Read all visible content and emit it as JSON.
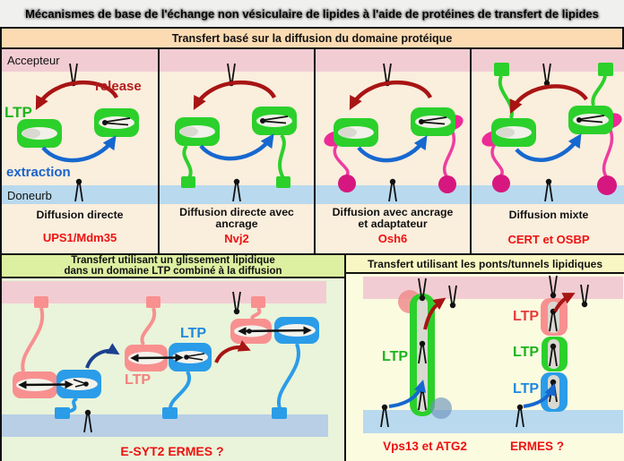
{
  "title": "Mécanismes de base de l'échange non vésiculaire de lipides à l'aide de protéines de transfert de lipides",
  "colors": {
    "ltp_green": "#2bd02b",
    "ltp_salmon": "#f89090",
    "ltp_blue": "#2b9ce8",
    "adaptor_magenta": "#e0218a",
    "release_arrow_red": "#a81414",
    "extraction_arrow_blue": "#1668cf",
    "navy_arrow": "#1c3f8f",
    "protein_caption_red": "#ee1111",
    "membrane_pink": "#f2ccd3",
    "membrane_blue": "#b9d9ee",
    "top_header_peach": "#fcdbb3",
    "left_header_green": "#ddefa0",
    "right_header_yellow": "#f8f6c2"
  },
  "top_section": {
    "header": "Transfert basé sur la diffusion du domaine protéique",
    "membrane_top_label": "Accepteur",
    "membrane_bottom_label": "Doneurb",
    "release_label": "release",
    "extraction_label": "extraction",
    "ltp_label": "LTP",
    "panels": [
      {
        "caption": "Diffusion directe",
        "protein": "UPS1/Mdm35"
      },
      {
        "caption": "Diffusion directe avec",
        "caption2": "ancrage",
        "protein": "Nvj2"
      },
      {
        "caption": "Diffusion avec ancrage",
        "caption2": "et adaptateur",
        "protein": "Osh6"
      },
      {
        "caption": "Diffusion mixte",
        "protein": "CERT et OSBP"
      }
    ]
  },
  "bottom_left": {
    "header_line1": "Transfert utilisant un glissement lipidique",
    "header_line2": "dans un domaine LTP combiné à la diffusion",
    "ltp_label_blue": "LTP",
    "ltp_label_salmon": "LTP",
    "caption": "E-SYT2 ERMES ?"
  },
  "bottom_right": {
    "header": "Transfert utilisant les ponts/tunnels lipidiques",
    "ltp_label_green": "LTP",
    "stack_labels": [
      "LTP",
      "LTP",
      "LTP"
    ],
    "caption_left": "Vps13 et ATG2",
    "caption_right": "ERMES ?"
  }
}
